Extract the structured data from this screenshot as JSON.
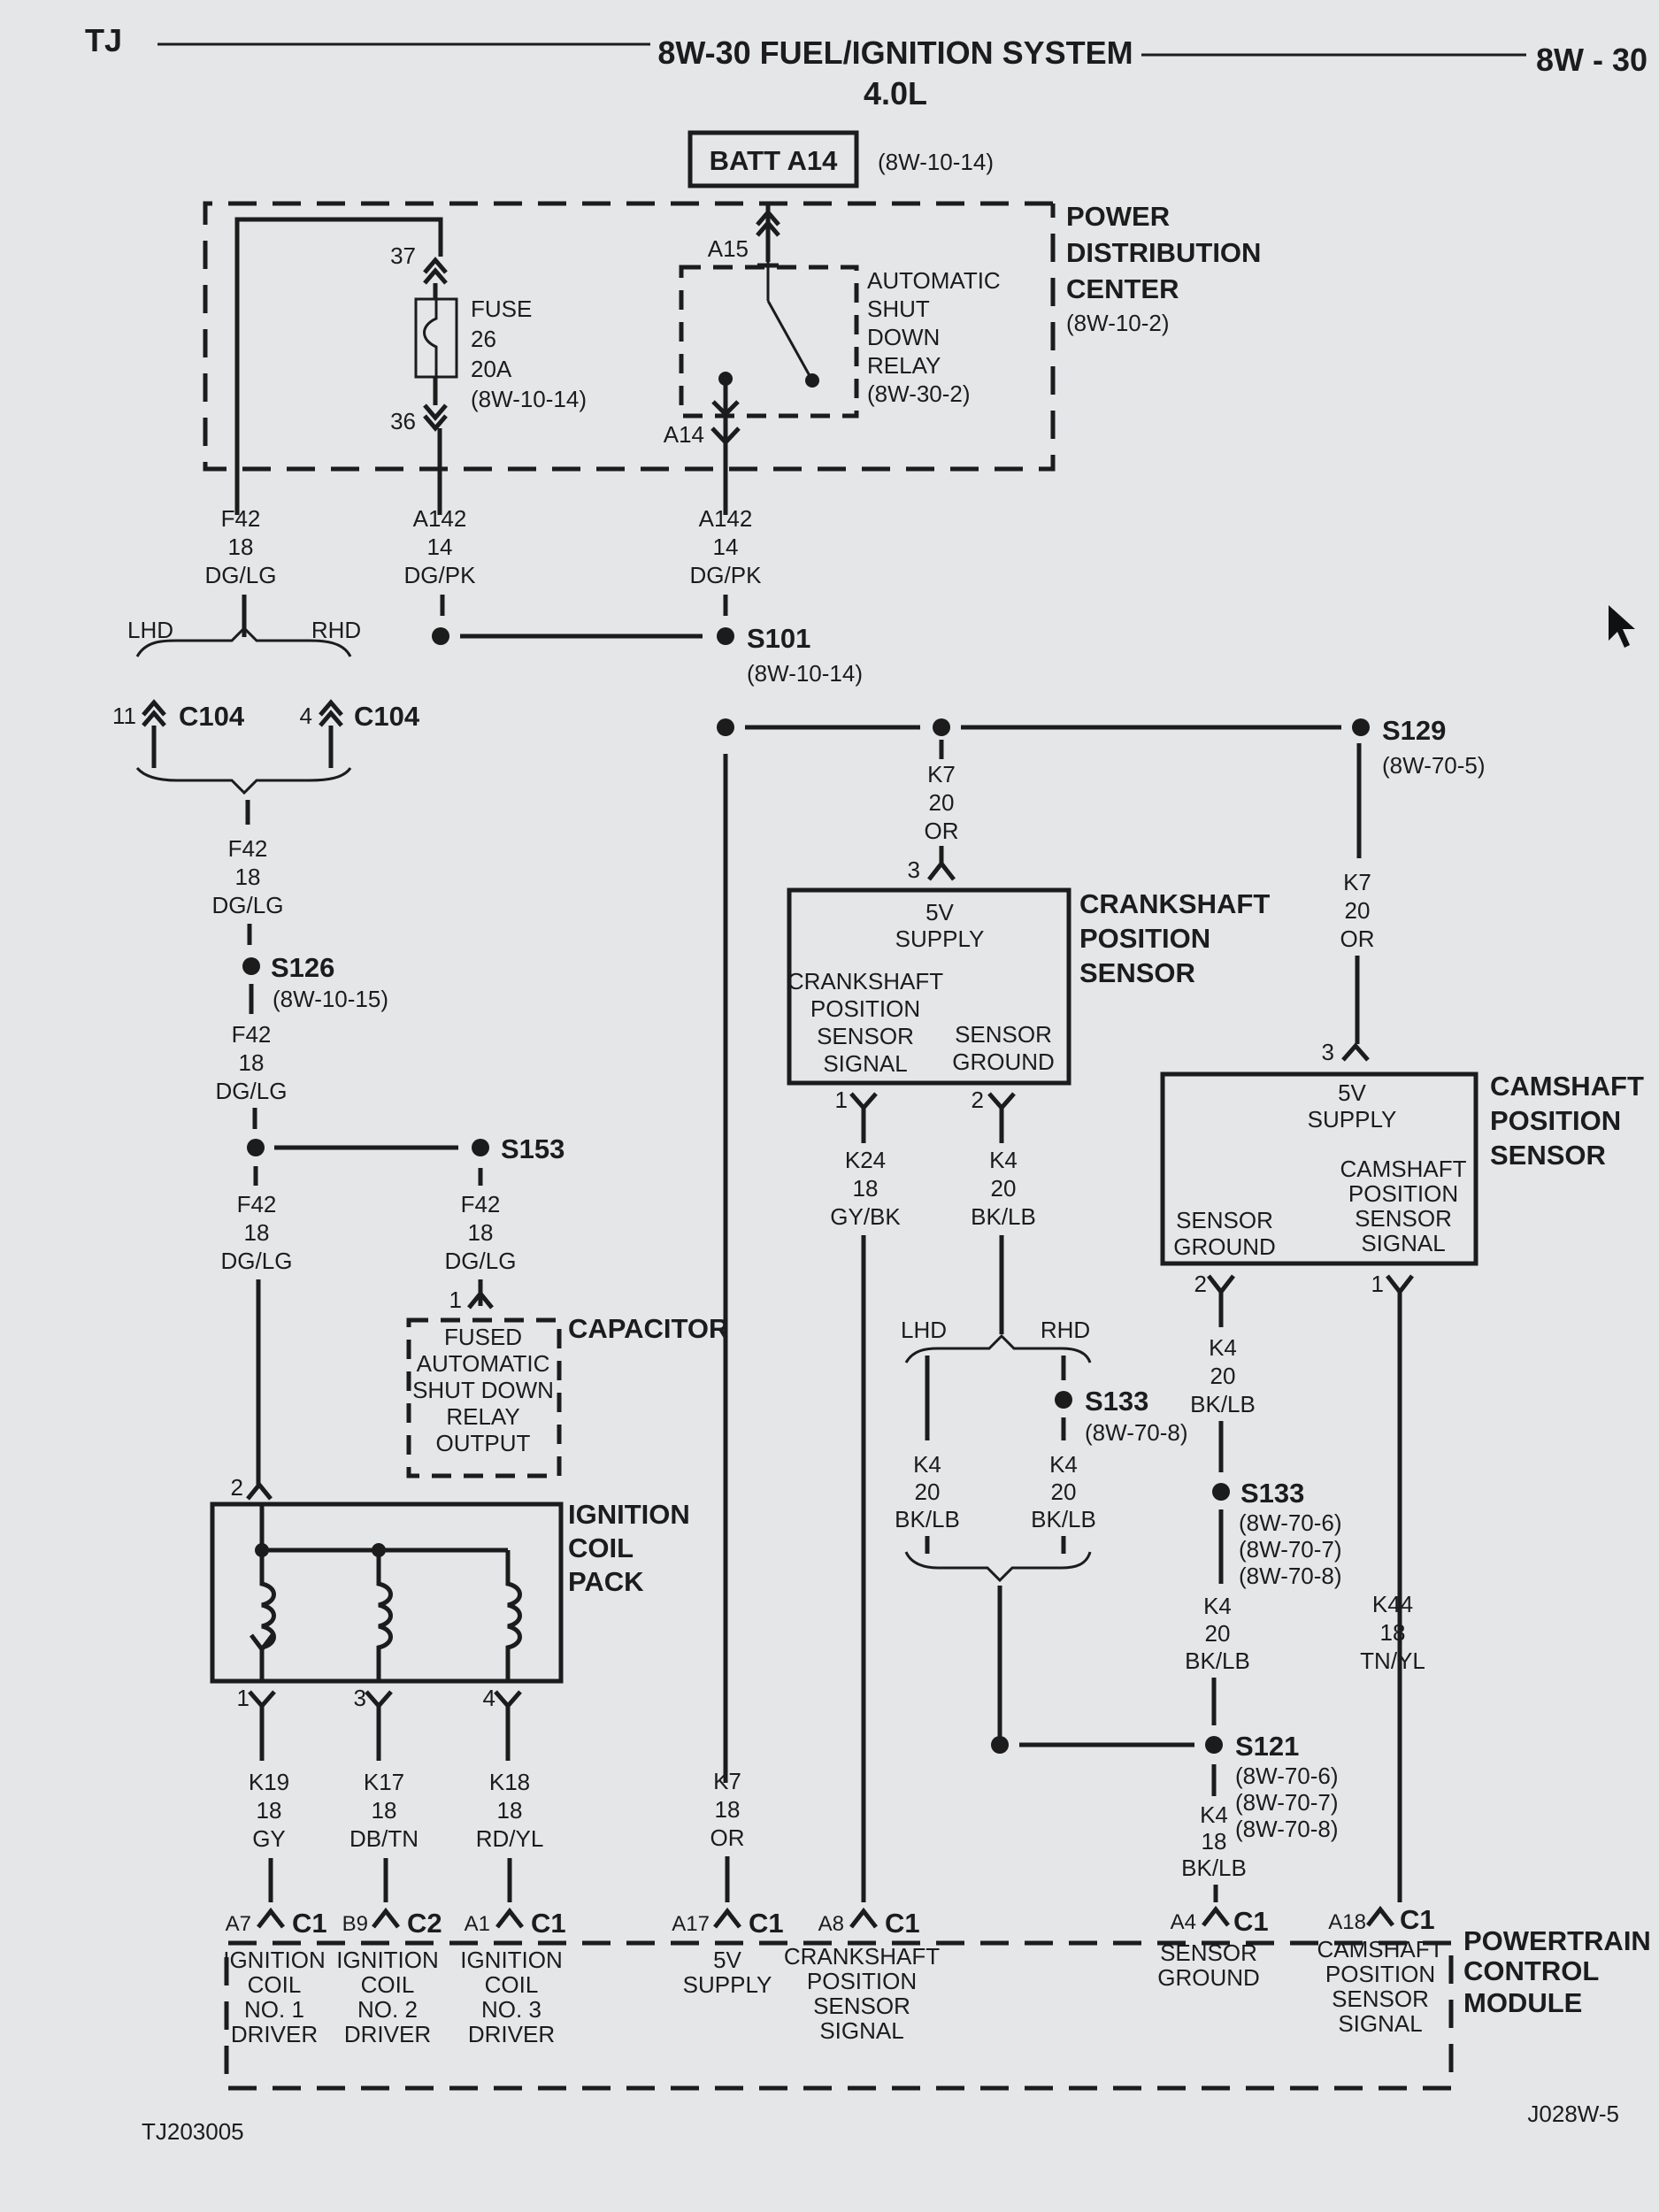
{
  "header": {
    "left": "TJ",
    "title": "8W-30 FUEL/IGNITION SYSTEM",
    "subtitle": "4.0L",
    "page": "8W - 30"
  },
  "footer": {
    "left": "TJ203005",
    "right": "J028W-5"
  },
  "batt": {
    "label": "BATT A14",
    "ref": "(8W-10-14)"
  },
  "pdc": {
    "l1": "POWER",
    "l2": "DISTRIBUTION",
    "l3": "CENTER",
    "ref": "(8W-10-2)"
  },
  "fuse": {
    "l1": "FUSE",
    "l2": "26",
    "l3": "20A",
    "ref": "(8W-10-14)",
    "pin_top": "37",
    "pin_bottom": "36"
  },
  "asd_relay": {
    "l1": "AUTOMATIC",
    "l2": "SHUT",
    "l3": "DOWN",
    "l4": "RELAY",
    "ref": "(8W-30-2)",
    "pin_top": "A15",
    "pin_bottom": "A14"
  },
  "wires": {
    "f42a": {
      "circuit": "F42",
      "gauge": "18",
      "color": "DG/LG"
    },
    "a142a": {
      "circuit": "A142",
      "gauge": "14",
      "color": "DG/PK"
    },
    "a142b": {
      "circuit": "A142",
      "gauge": "14",
      "color": "DG/PK"
    },
    "f42b": {
      "circuit": "F42",
      "gauge": "18",
      "color": "DG/LG"
    },
    "f42c": {
      "circuit": "F42",
      "gauge": "18",
      "color": "DG/LG"
    },
    "f42d": {
      "circuit": "F42",
      "gauge": "18",
      "color": "DG/LG"
    },
    "f42e": {
      "circuit": "F42",
      "gauge": "18",
      "color": "DG/LG"
    },
    "k7a": {
      "circuit": "K7",
      "gauge": "20",
      "color": "OR"
    },
    "k7b": {
      "circuit": "K7",
      "gauge": "20",
      "color": "OR"
    },
    "k7c": {
      "circuit": "K7",
      "gauge": "18",
      "color": "OR"
    },
    "k24": {
      "circuit": "K24",
      "gauge": "18",
      "color": "GY/BK"
    },
    "k4a": {
      "circuit": "K4",
      "gauge": "20",
      "color": "BK/LB"
    },
    "k4b": {
      "circuit": "K4",
      "gauge": "20",
      "color": "BK/LB"
    },
    "k4c": {
      "circuit": "K4",
      "gauge": "20",
      "color": "BK/LB"
    },
    "k4d": {
      "circuit": "K4",
      "gauge": "20",
      "color": "BK/LB"
    },
    "k4e": {
      "circuit": "K4",
      "gauge": "20",
      "color": "BK/LB"
    },
    "k4f": {
      "circuit": "K4",
      "gauge": "18",
      "color": "BK/LB"
    },
    "k44": {
      "circuit": "K44",
      "gauge": "18",
      "color": "TN/YL"
    },
    "k19": {
      "circuit": "K19",
      "gauge": "18",
      "color": "GY"
    },
    "k17": {
      "circuit": "K17",
      "gauge": "18",
      "color": "DB/TN"
    },
    "k18": {
      "circuit": "K18",
      "gauge": "18",
      "color": "RD/YL"
    }
  },
  "splices": {
    "s101": {
      "id": "S101",
      "ref": "(8W-10-14)"
    },
    "s129": {
      "id": "S129",
      "ref": "(8W-70-5)"
    },
    "s126": {
      "id": "S126",
      "ref": "(8W-10-15)"
    },
    "s153": {
      "id": "S153"
    },
    "s133a": {
      "id": "S133",
      "ref": "(8W-70-8)"
    },
    "s133b": {
      "id": "S133",
      "ref1": "(8W-70-6)",
      "ref2": "(8W-70-7)",
      "ref3": "(8W-70-8)"
    },
    "s121": {
      "id": "S121",
      "ref1": "(8W-70-6)",
      "ref2": "(8W-70-7)",
      "ref3": "(8W-70-8)"
    }
  },
  "c104": {
    "lhd": "LHD",
    "rhd": "RHD",
    "pin_l": "11",
    "pin_r": "4",
    "name": "C104"
  },
  "ckp": {
    "name1": "CRANKSHAFT",
    "name2": "POSITION",
    "name3": "SENSOR",
    "supply1": "5V",
    "supply2": "SUPPLY",
    "sig1": "CRANKSHAFT",
    "sig2": "POSITION",
    "sig3": "SENSOR",
    "sig4": "SIGNAL",
    "gnd1": "SENSOR",
    "gnd2": "GROUND",
    "pin_supply": "3",
    "pin_sig": "1",
    "pin_gnd": "2"
  },
  "cmp": {
    "name1": "CAMSHAFT",
    "name2": "POSITION",
    "name3": "SENSOR",
    "supply1": "5V",
    "supply2": "SUPPLY",
    "sig1": "CAMSHAFT",
    "sig2": "POSITION",
    "sig3": "SENSOR",
    "sig4": "SIGNAL",
    "gnd1": "SENSOR",
    "gnd2": "GROUND",
    "pin_supply": "3",
    "pin_gnd": "2",
    "pin_sig": "1"
  },
  "ground_split": {
    "lhd": "LHD",
    "rhd": "RHD"
  },
  "capacitor": {
    "name": "CAPACITOR",
    "l1": "FUSED",
    "l2": "AUTOMATIC",
    "l3": "SHUT DOWN",
    "l4": "RELAY",
    "l5": "OUTPUT",
    "pin": "1"
  },
  "coil": {
    "l1": "IGNITION",
    "l2": "COIL",
    "l3": "PACK",
    "pin_in": "2",
    "pin1": "1",
    "pin3": "3",
    "pin4": "4"
  },
  "pcm": {
    "l1": "POWERTRAIN",
    "l2": "CONTROL",
    "l3": "MODULE",
    "pins": [
      {
        "pin": "A7",
        "conn": "C1",
        "lines": [
          "IGNITION",
          "COIL",
          "NO. 1",
          "DRIVER"
        ]
      },
      {
        "pin": "B9",
        "conn": "C2",
        "lines": [
          "IGNITION",
          "COIL",
          "NO. 2",
          "DRIVER"
        ]
      },
      {
        "pin": "A1",
        "conn": "C1",
        "lines": [
          "IGNITION",
          "COIL",
          "NO. 3",
          "DRIVER"
        ]
      },
      {
        "pin": "A17",
        "conn": "C1",
        "lines": [
          "5V",
          "SUPPLY"
        ]
      },
      {
        "pin": "A8",
        "conn": "C1",
        "lines": [
          "CRANKSHAFT",
          "POSITION",
          "SENSOR",
          "SIGNAL"
        ]
      },
      {
        "pin": "A4",
        "conn": "C1",
        "lines": [
          "SENSOR",
          "GROUND"
        ]
      },
      {
        "pin": "A18",
        "conn": "C1",
        "lines": [
          "CAMSHAFT",
          "POSITION",
          "SENSOR",
          "SIGNAL"
        ]
      }
    ]
  }
}
